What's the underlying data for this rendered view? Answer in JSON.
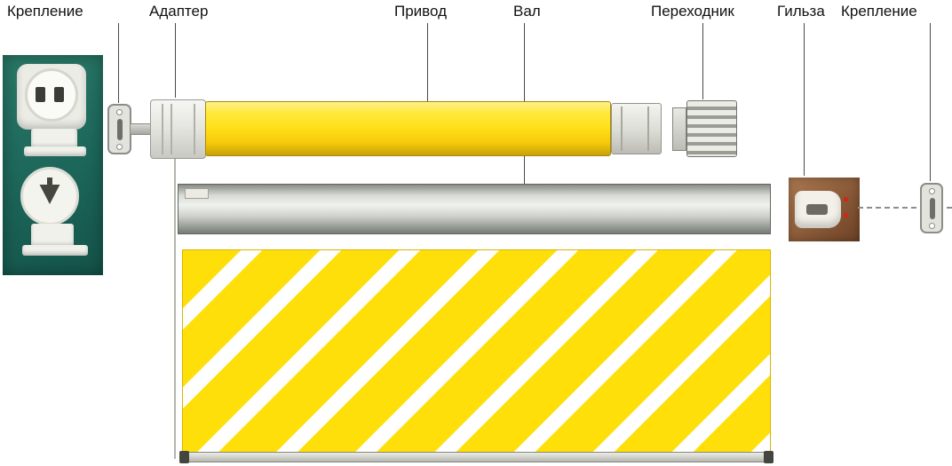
{
  "labels": {
    "bracket_left": "Крепление",
    "adapter": "Адаптер",
    "drive": "Привод",
    "shaft": "Вал",
    "transition": "Переходник",
    "sleeve": "Гильза",
    "bracket_right": "Крепление"
  },
  "diagram": {
    "type": "labeled-parts-diagram",
    "parts": [
      "Крепление",
      "Адаптер",
      "Привод",
      "Вал",
      "Переходник",
      "Гильза",
      "Крепление"
    ]
  },
  "colors": {
    "motor_yellow": "#FFE01A",
    "fabric_yellow": "#FFDF09",
    "stripe_white": "#FFFFFF",
    "shaft_gray": "#C9CDC7",
    "photo_teal_background": "#1F6B5E",
    "photo_brown_background": "#8A5A38",
    "label_text": "#111111",
    "leader_line": "#4A4A4A"
  }
}
